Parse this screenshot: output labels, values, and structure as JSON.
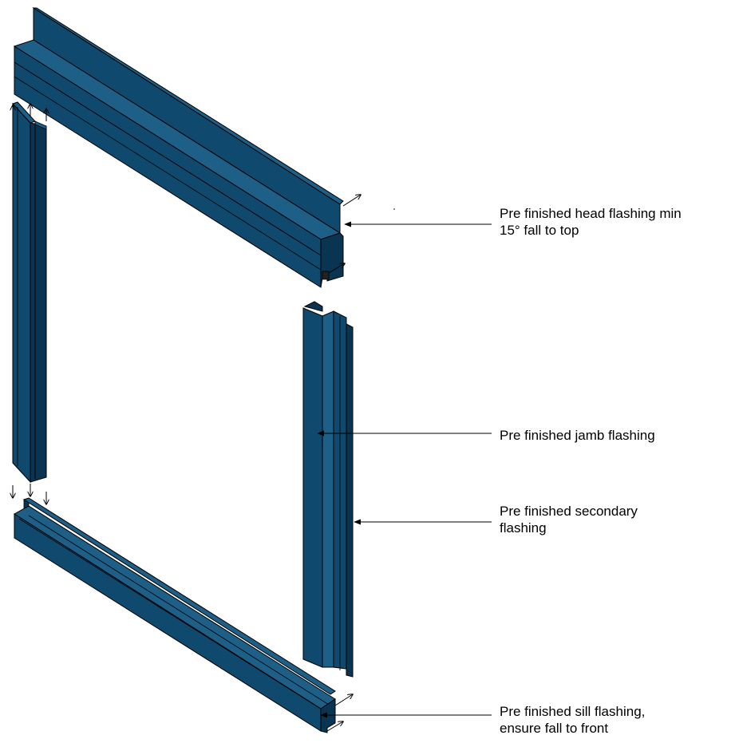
{
  "colors": {
    "flashing_fill": "#0f4a6e",
    "flashing_top": "#1d5f87",
    "flashing_dark": "#0a3552",
    "line": "#000000"
  },
  "labels": {
    "head": [
      "Pre finished head flashing min",
      "15° fall to top"
    ],
    "jamb": [
      "Pre finished jamb flashing"
    ],
    "secondary": [
      "Pre finished secondary",
      "flashing"
    ],
    "sill": [
      "Pre finished sill flashing,",
      "ensure fall to front"
    ]
  }
}
